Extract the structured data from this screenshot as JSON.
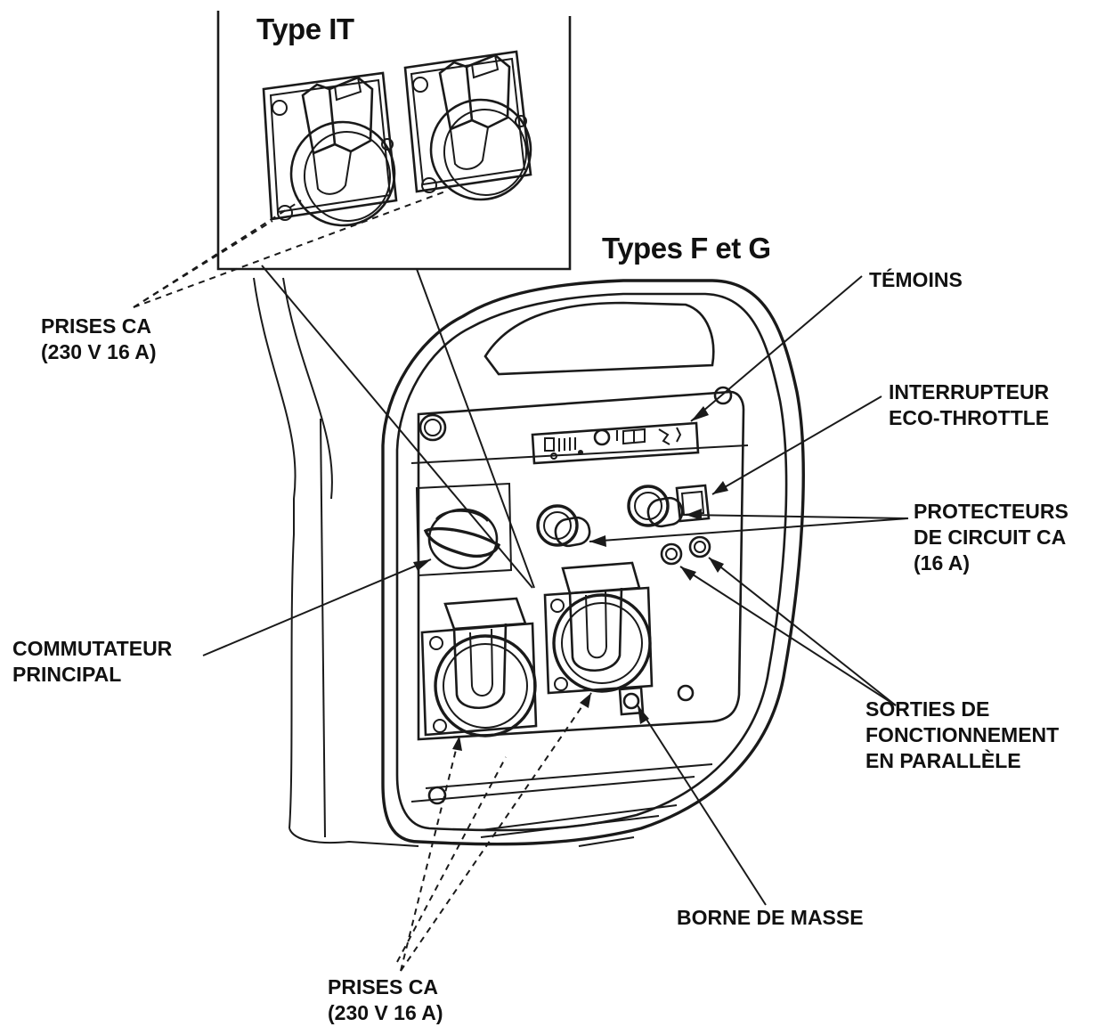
{
  "titles": {
    "type_it": "Type IT",
    "types_fg": "Types F et G"
  },
  "labels": {
    "prises_top": [
      "PRISES CA",
      "(230 V 16 A)"
    ],
    "temoins": [
      "TÉMOINS"
    ],
    "interrupteur": [
      "INTERRUPTEUR",
      "ECO-THROTTLE"
    ],
    "protecteurs": [
      "PROTECTEURS",
      "DE CIRCUIT CA",
      "(16 A)"
    ],
    "commutateur": [
      "COMMUTATEUR",
      "PRINCIPAL"
    ],
    "sorties": [
      "SORTIES DE",
      "FONCTIONNEMENT",
      "EN PARALLÈLE"
    ],
    "borne": [
      "BORNE DE MASSE"
    ],
    "prises_bottom": [
      "PRISES CA",
      "(230 V 16 A)"
    ]
  }
}
